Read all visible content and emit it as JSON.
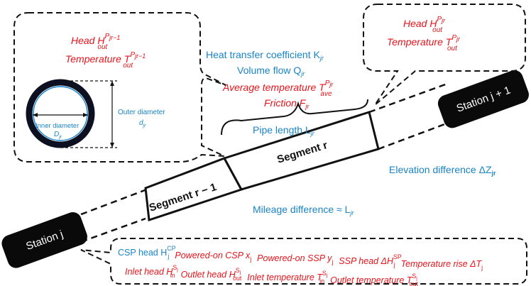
{
  "colors": {
    "red": "#e8141b",
    "blue": "#1a84c7",
    "black": "#111111",
    "station_fill": "#0a0a0a"
  },
  "callout_left": {
    "head_label": "Head H",
    "head_sup": "P",
    "head_sup2": "jr−1",
    "head_sub": "out",
    "temp_label": "Temperature T",
    "temp_sup": "P",
    "temp_sup2": "jr−1",
    "temp_sub": "out",
    "outer_diameter_label": "Outer diameter",
    "outer_diameter_symbol": "d",
    "outer_diameter_sub": "jr",
    "inner_diameter_label": "Inner diameter",
    "inner_diameter_symbol": "D",
    "inner_diameter_sub": "jr"
  },
  "callout_right": {
    "head_label": "Head H",
    "head_sup": "P",
    "head_sup2": "jr",
    "head_sub": "out",
    "temp_label": "Temperature T",
    "temp_sup": "P",
    "temp_sup2": "jr",
    "temp_sub": "out"
  },
  "segment_props": {
    "htc": "Heat transfer coefficient K",
    "htc_sub": "jr",
    "flow": "Volume flow Q",
    "flow_sub": "jr",
    "avg_temp": "Average temperature T",
    "avg_temp_sup": "P",
    "avg_temp_sup2": "jr",
    "avg_temp_sub": "ave",
    "friction": "Friction F",
    "friction_sub": "jr"
  },
  "pipe_length": {
    "label": "Pipe length L",
    "sub": "jr"
  },
  "segments": {
    "prev": "Segment r − 1",
    "current": "Segment r"
  },
  "stations": {
    "left": "Station j",
    "right": "Station j + 1"
  },
  "elevation": {
    "label": "Elevation difference ΔZ",
    "sub": "jr"
  },
  "mileage": {
    "label": "Mileage difference ≈ L",
    "sub": "jr"
  },
  "bottom_box": {
    "line1": [
      {
        "text": "CSP head H",
        "color": "blue",
        "sup": "CP",
        "sub": "j"
      },
      {
        "text": "Powered-on CSP x",
        "color": "red",
        "sub": "j"
      },
      {
        "text": "Powered-on SSP y",
        "color": "red",
        "sub": "j"
      },
      {
        "text": "SSP head ΔH",
        "color": "red",
        "sup": "SP",
        "sub": "j"
      },
      {
        "text": "Temperature rise ΔT",
        "color": "red",
        "sub": "j"
      }
    ],
    "line2": [
      {
        "text": "Inlet head H",
        "color": "red",
        "sup": "S",
        "sup2": "j",
        "sub": "in"
      },
      {
        "text": "Outlet head H",
        "color": "red",
        "sup": "S",
        "sup2": "j",
        "sub": "out"
      },
      {
        "text": "Inlet temperature T",
        "color": "red",
        "sup": "S",
        "sup2": "j",
        "sub": "in"
      },
      {
        "text": "Outlet temperature T",
        "color": "red",
        "sup": "S",
        "sup2": "j",
        "sub": "out"
      }
    ]
  }
}
